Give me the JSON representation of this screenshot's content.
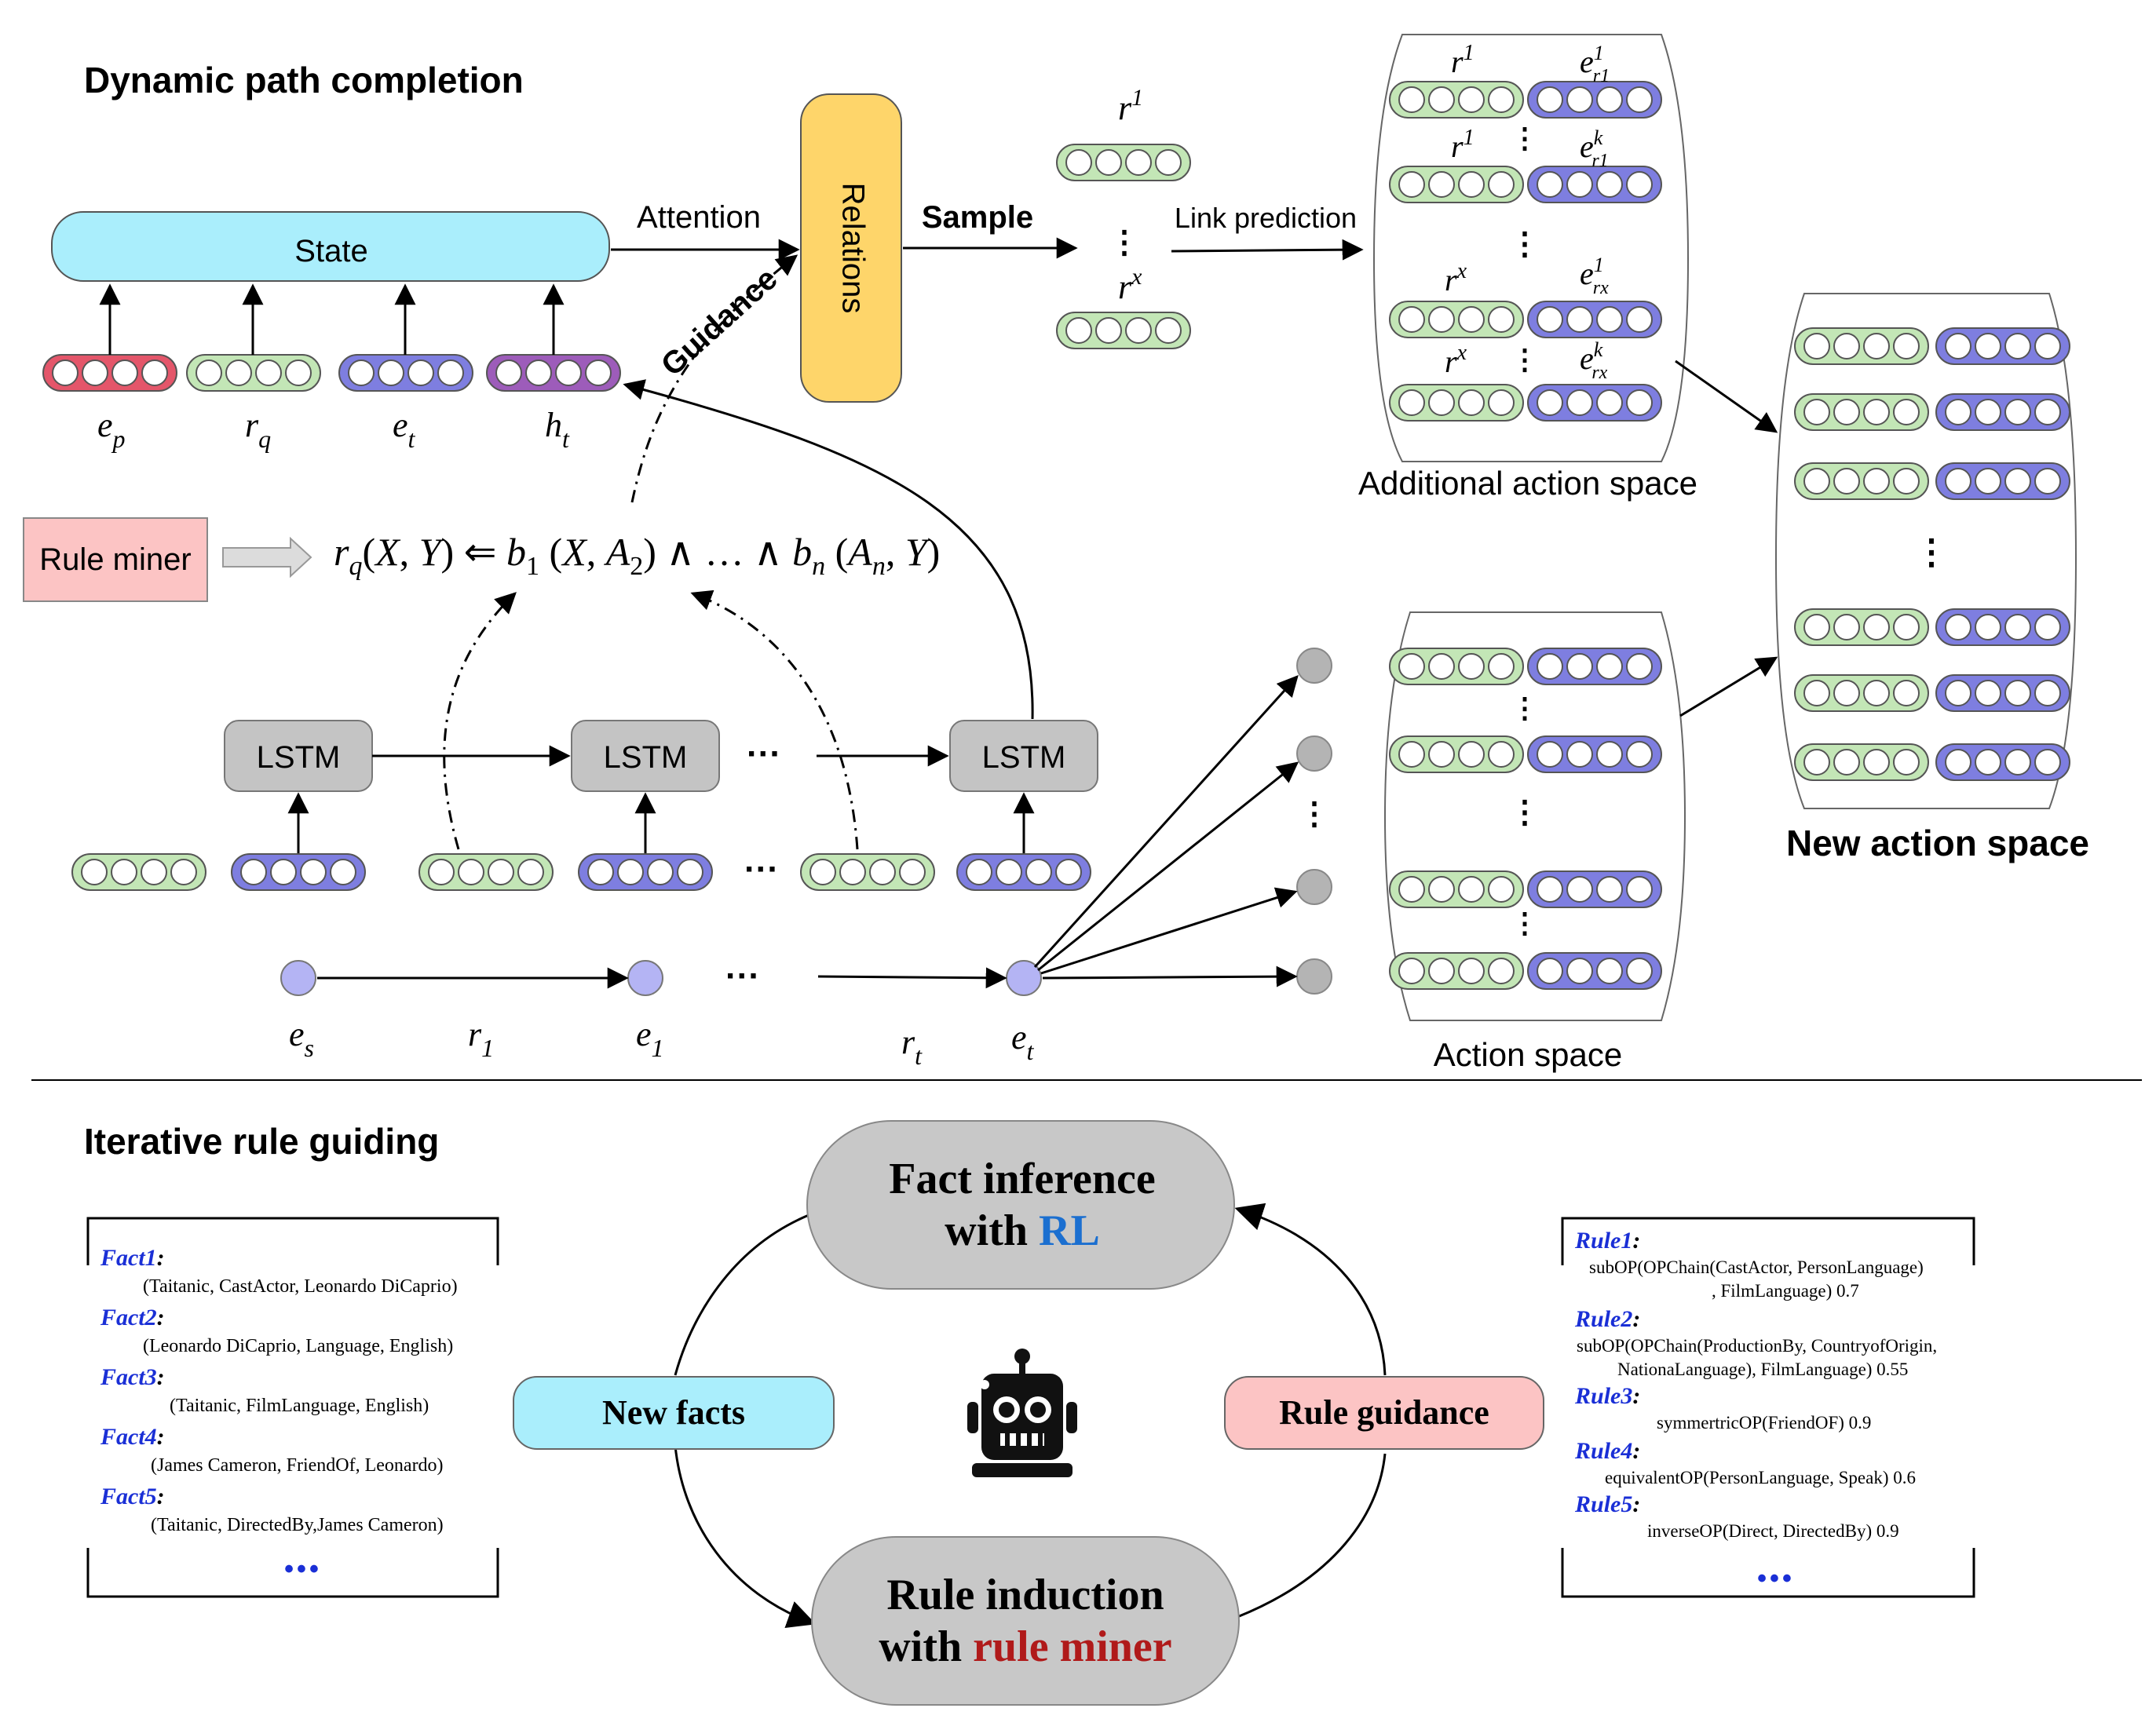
{
  "top_section": {
    "title": "Dynamic path completion",
    "state_label": "State",
    "attention_label": "Attention",
    "relations_label": "Relations",
    "sample_label": "Sample",
    "link_prediction_label": "Link prediction",
    "guidance_label": "Guidance",
    "inputs": {
      "ep": "e",
      "ep_sub": "p",
      "rq": "r",
      "rq_sub": "q",
      "et": "e",
      "et_sub": "t",
      "ht": "h",
      "ht_sub": "t"
    },
    "rule_miner_label": "Rule miner",
    "rule_formula": "r_q(X, Y) ⇐ b_1 (X, A_2) ∧ … ∧ b_n (A_n, Y)",
    "lstm_label": "LSTM",
    "ellipsis": "···",
    "path_labels": {
      "es": "e",
      "es_sub": "s",
      "r1": "r",
      "r1_sub": "1",
      "e1": "e",
      "e1_sub": "1",
      "rt": "r",
      "rt_sub": "t",
      "et": "e",
      "et_sub": "t"
    },
    "sampled_r1": "r",
    "sampled_r1_sup": "1",
    "sampled_rx": "r",
    "sampled_rx_sup": "x",
    "additional_action_space_label": "Additional action space",
    "action_space_label": "Action space",
    "new_action_space_label": "New action space"
  },
  "bottom_section": {
    "title": "Iterative rule guiding",
    "fact_inference_line1": "Fact inference",
    "fact_inference_with": "with ",
    "fact_inference_rl": "RL",
    "rule_induction_line1": "Rule induction",
    "rule_induction_with": "with ",
    "rule_induction_miner": "rule miner",
    "new_facts_label": "New facts",
    "rule_guidance_label": "Rule guidance",
    "facts": [
      {
        "name": "Fact1",
        "text": "(Taitanic, CastActor, Leonardo DiCaprio)"
      },
      {
        "name": "Fact2",
        "text": "(Leonardo DiCaprio, Language, English)"
      },
      {
        "name": "Fact3",
        "text": "(Taitanic, FilmLanguage, English)"
      },
      {
        "name": "Fact4",
        "text": "(James Cameron, FriendOf, Leonardo)"
      },
      {
        "name": "Fact5",
        "text": "(Taitanic, DirectedBy,James Cameron)"
      }
    ],
    "rules": [
      {
        "name": "Rule1",
        "line1": "subOP(OPChain(CastActor, PersonLanguage)",
        "line2": ", FilmLanguage) 0.7"
      },
      {
        "name": "Rule2",
        "line1": "subOP(OPChain(ProductionBy, CountryofOrigin,",
        "line2": "NationaLanguage), FilmLanguage) 0.55"
      },
      {
        "name": "Rule3",
        "line1": "symmertricOP(FriendOF) 0.9",
        "line2": ""
      },
      {
        "name": "Rule4",
        "line1": "equivalentOP(PersonLanguage, Speak) 0.6",
        "line2": ""
      },
      {
        "name": "Rule5",
        "line1": "inverseOP(Direct, DirectedBy) 0.9",
        "line2": ""
      }
    ],
    "list_ellipsis": "•••"
  },
  "colors": {
    "state_fill": "#aaeefc",
    "relations_fill": "#fed56a",
    "rule_miner_fill": "#fcc4c4",
    "green_vec": "#c3e6b6",
    "blue_vec": "#7e7ee0",
    "red_vec": "#e4566a",
    "purple_vec": "#9d5cba",
    "node_blue": "#b4b4f4",
    "node_gray": "#b4b4b4",
    "lstm_fill": "#c4c4c4",
    "rl_blue": "#1b6fd0",
    "miner_red": "#b01a1a",
    "fact_blue": "#1a2fd6"
  }
}
